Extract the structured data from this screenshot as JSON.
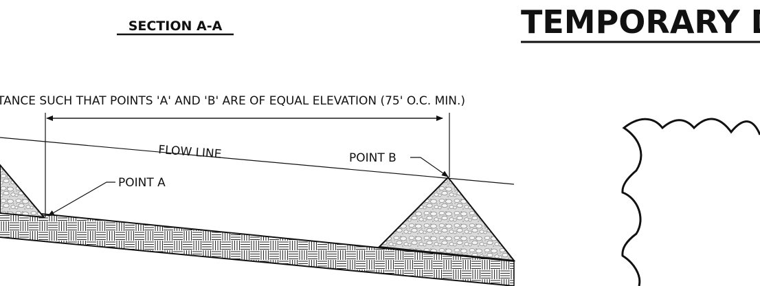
{
  "section_heading": "SECTION A-A",
  "sheet_title": "TEMPORARY D",
  "spacing_note": "TANCE SUCH THAT POINTS 'A' AND 'B' ARE OF EQUAL ELEVATION (75' O.C. MIN.)",
  "labels": {
    "flow_line": "FLOW LINE",
    "point_a": "POINT A",
    "point_b": "POINT B"
  },
  "colors": {
    "ink": "#111111",
    "stone_fill": "#d9d9d9",
    "stone_stroke": "#8a8a8a"
  }
}
